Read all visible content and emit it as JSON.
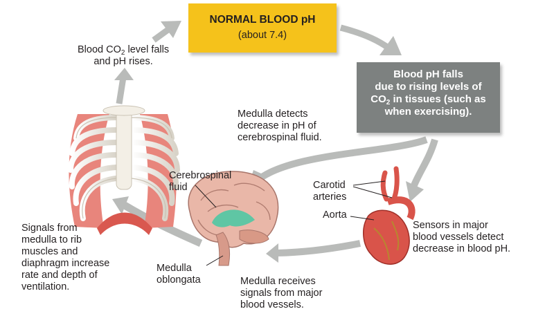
{
  "normal_box": {
    "title": "NORMAL BLOOD pH",
    "subtitle": "(about 7.4)"
  },
  "falls_box": {
    "line1": "Blood pH falls",
    "line2": "due to rising levels of",
    "line3_pre": "CO",
    "line3_sub": "2",
    "line3_post": " in tissues (such as",
    "line4": "when exercising)."
  },
  "co2_falls": {
    "line1_pre": "Blood CO",
    "line1_sub": "2",
    "line1_post": " level falls",
    "line2": "and pH rises."
  },
  "medulla_detects": [
    "Medulla detects",
    "decrease in pH of",
    "cerebrospinal fluid."
  ],
  "sensors": [
    "Sensors in major",
    "blood vessels detect",
    "decrease in blood pH."
  ],
  "medulla_receives": [
    "Medulla receives",
    "signals from major",
    "blood vessels."
  ],
  "signals": [
    "Signals from",
    "medulla to rib",
    "muscles and",
    "diaphragm increase",
    "rate and depth of",
    "ventilation."
  ],
  "labels": {
    "csf": [
      "Cerebrospinal",
      "fluid"
    ],
    "medulla_oblongata": [
      "Medulla",
      "oblongata"
    ],
    "carotid": [
      "Carotid",
      "arteries"
    ],
    "aorta": "Aorta"
  },
  "colors": {
    "yellow_box": "#f5c21b",
    "gray_box": "#7d8180",
    "arrow": "#b9bbb9",
    "heart": "#d9544a",
    "brain": "#e9b7a8",
    "csf": "#5fc6a4",
    "muscle": "#e46a62"
  }
}
